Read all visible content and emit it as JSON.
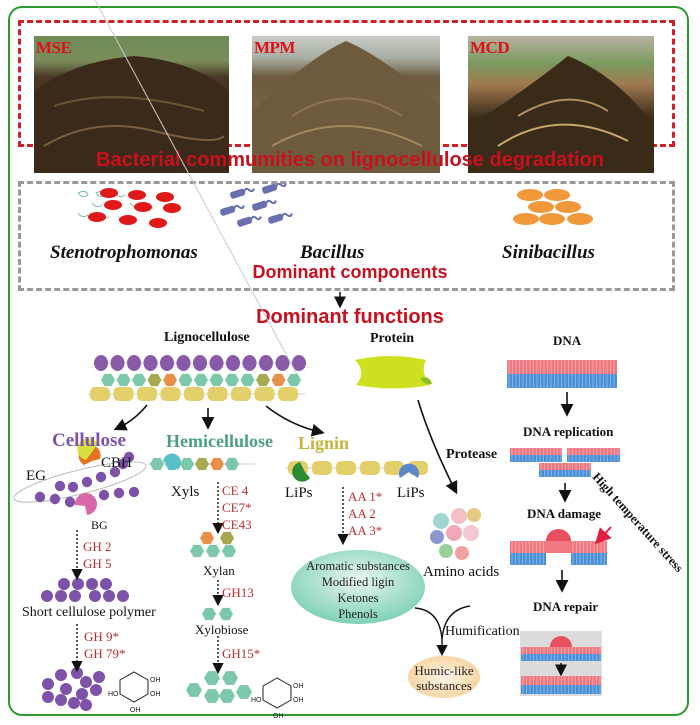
{
  "photos": [
    {
      "label": "MSE"
    },
    {
      "label": "MPM"
    },
    {
      "label": "MCD"
    }
  ],
  "titles": {
    "bacterial": "Bacterial commumities on lignocellulose degradation",
    "components": "Dominant  components",
    "functions": "Dominant functions"
  },
  "species": [
    "Stenotrophomonas",
    "Bacillus",
    "Sinibacillus"
  ],
  "lignocellulose": {
    "title": "Lignocellulose",
    "branches": {
      "cellulose": "Cellulose",
      "hemicellulose": "Hemicellulose",
      "lignin": "Lignin"
    }
  },
  "cellulose": {
    "enzymes": [
      "CBH",
      "EG",
      "BG"
    ],
    "step1_genes": [
      "GH 2",
      "GH 5"
    ],
    "intermediate": "Short cellulose polymer",
    "step2_genes": [
      "GH 9*",
      "GH 79*"
    ]
  },
  "hemicellulose": {
    "enzyme": "Xyls",
    "step1_genes": [
      "CE 4",
      "CE7*",
      "CE43"
    ],
    "intermediate1": "Xylan",
    "step2_genes": [
      "GH13"
    ],
    "intermediate2": "Xylobiose",
    "step3_genes": [
      "GH15*"
    ]
  },
  "lignin": {
    "enzymes": [
      "LiPs",
      "LiPs"
    ],
    "genes": [
      "AA 1*",
      "AA 2",
      "AA 3*"
    ],
    "products": [
      "Aromatic substances",
      "Modified ligin",
      "Ketones",
      "Phenols"
    ]
  },
  "protein": {
    "title": "Protein",
    "enzyme": "Protease",
    "product": "Amino acids"
  },
  "humification": {
    "label": "Humification",
    "product": [
      "Humic-like",
      "substances"
    ]
  },
  "dna": {
    "title": "DNA",
    "replication": "DNA replication",
    "damage": "DNA damage",
    "repair": "DNA repair",
    "stress": "High temperature stress"
  },
  "molecule_labels": {
    "oh": "OH",
    "ho": "HO"
  },
  "colors": {
    "frame_green": "#2e9a2e",
    "title_red": "#c8101e",
    "cellulose_purple": "#7d52a8",
    "hemicellulose_teal": "#4e9e80",
    "lignin_yellow": "#c8b43a",
    "gene_red": "#b53030"
  }
}
